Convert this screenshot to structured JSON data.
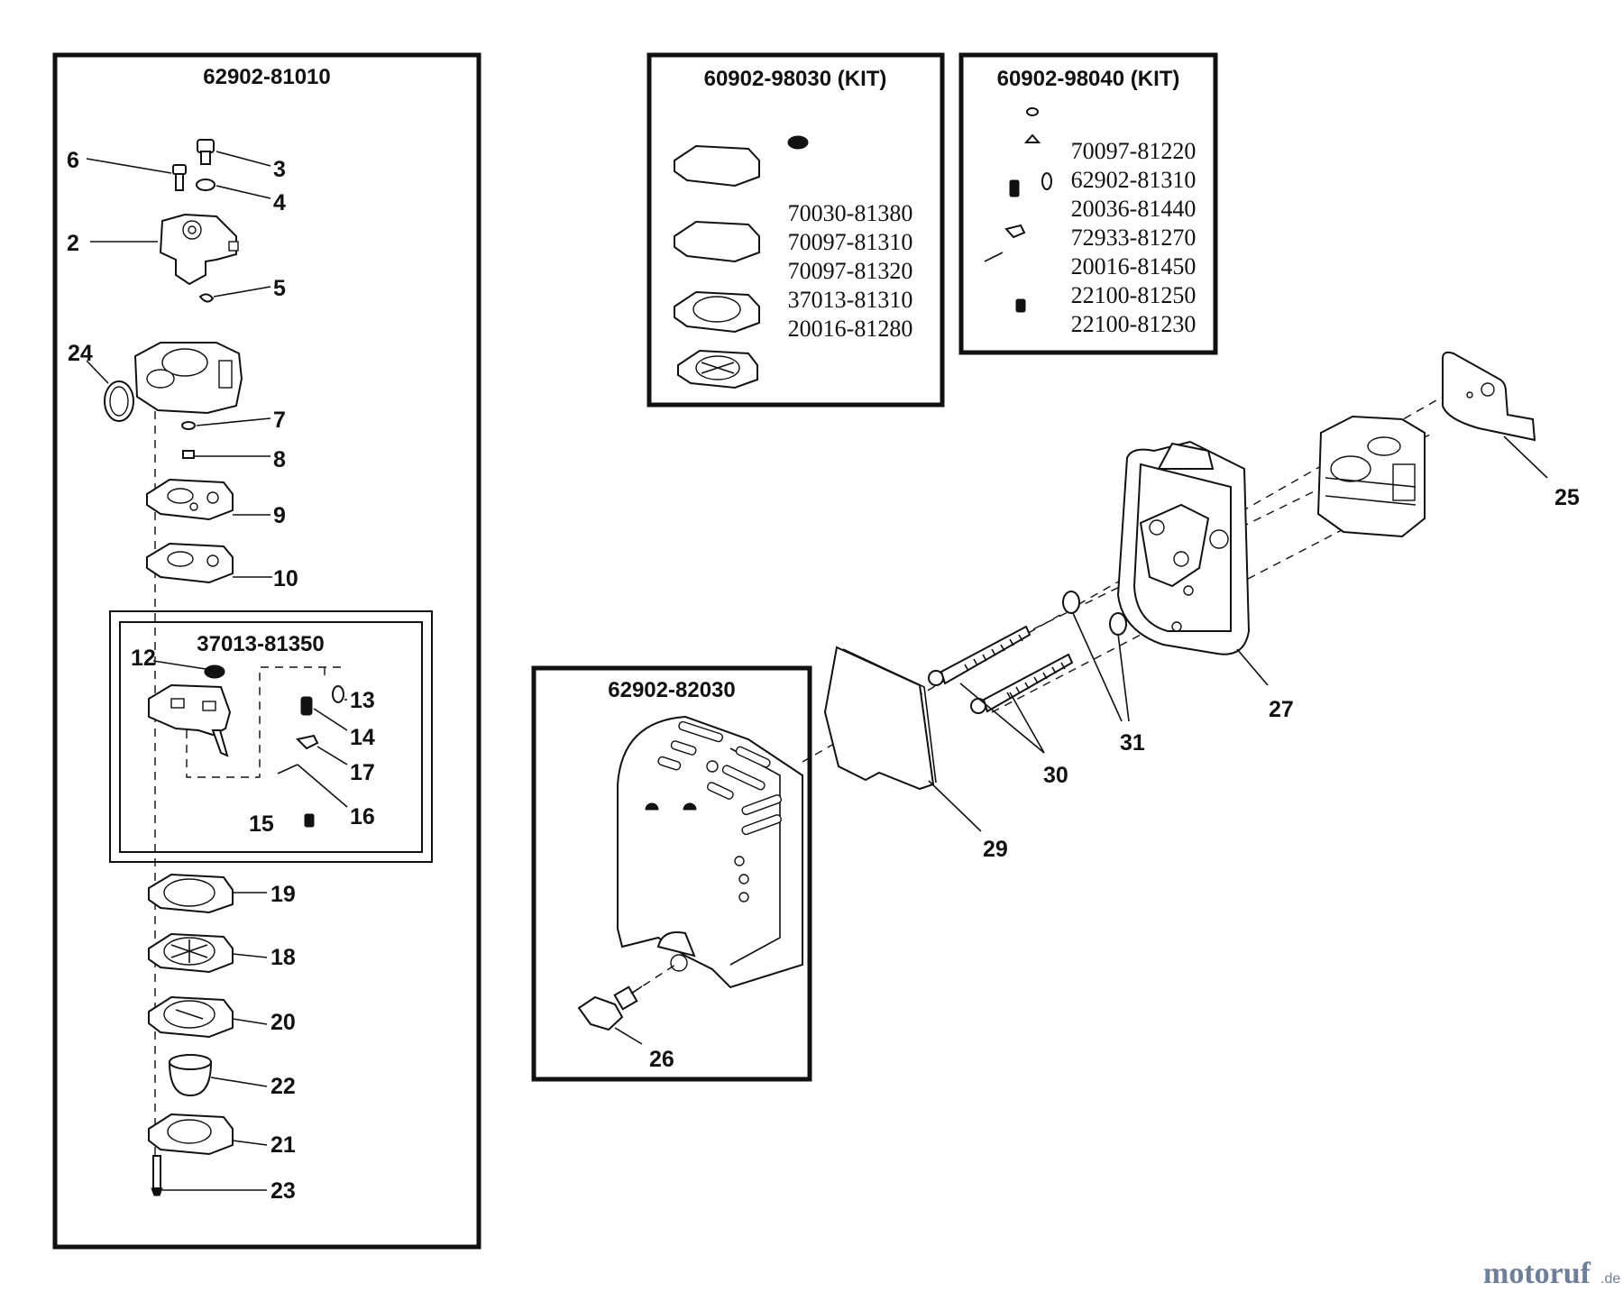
{
  "boxes": {
    "carb_assembly": {
      "title": "62902-81010"
    },
    "kit_1": {
      "title": "60902-98030 (KIT)",
      "parts": [
        "70030-81380",
        "70097-81310",
        "70097-81320",
        "37013-81310",
        "20016-81280"
      ]
    },
    "kit_2": {
      "title": "60902-98040 (KIT)",
      "parts": [
        "70097-81220",
        "62902-81310",
        "20036-81440",
        "72933-81270",
        "20016-81450",
        "22100-81250",
        "22100-81230"
      ]
    },
    "needle_sub": {
      "title": "37013-81350"
    },
    "air_cover": {
      "title": "62902-82030"
    }
  },
  "callouts": [
    "6",
    "3",
    "4",
    "2",
    "5",
    "24",
    "7",
    "8",
    "9",
    "10",
    "12",
    "13",
    "14",
    "17",
    "16",
    "15",
    "19",
    "18",
    "20",
    "22",
    "21",
    "23",
    "25",
    "26",
    "27",
    "29",
    "30",
    "31"
  ],
  "watermark": {
    "brand": "motoruf",
    "suffix": ".de"
  }
}
